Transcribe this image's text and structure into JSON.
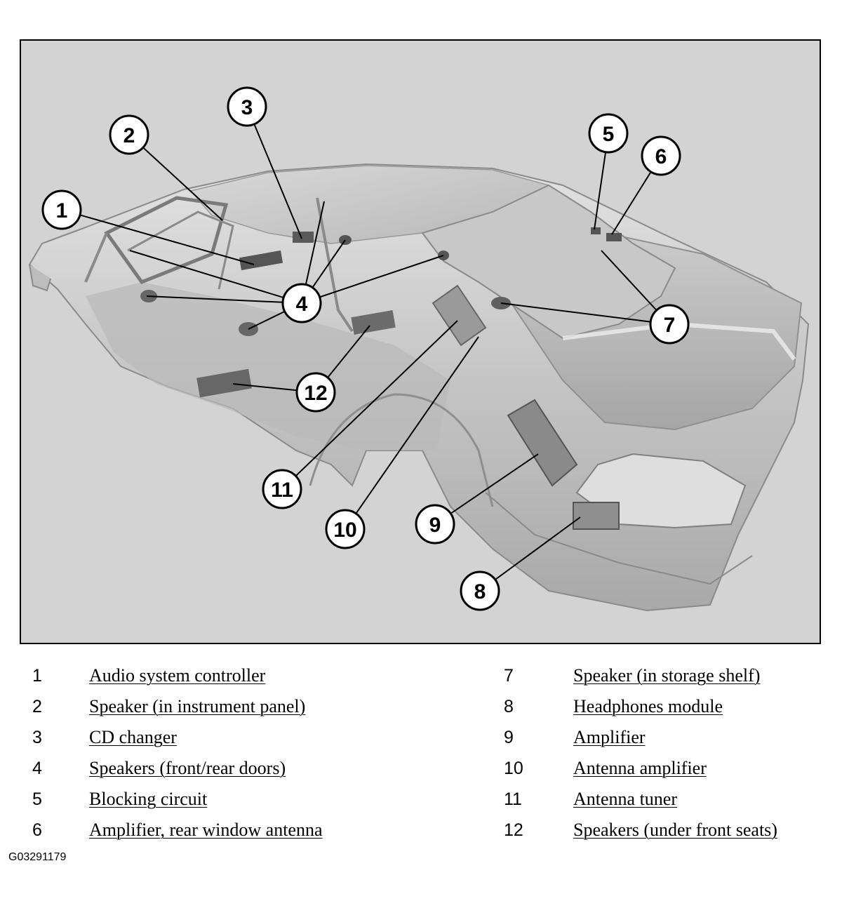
{
  "callouts": [
    "1",
    "2",
    "3",
    "4",
    "5",
    "6",
    "7",
    "8",
    "9",
    "10",
    "11",
    "12"
  ],
  "legend": {
    "left": [
      {
        "num": "1",
        "label": "Audio system controller"
      },
      {
        "num": "2",
        "label": "Speaker (in instrument panel)"
      },
      {
        "num": "3",
        "label": "CD changer"
      },
      {
        "num": "4",
        "label": "Speakers (front/rear doors)"
      },
      {
        "num": "5",
        "label": "Blocking circuit"
      },
      {
        "num": "6",
        "label": "Amplifier, rear window antenna"
      }
    ],
    "right": [
      {
        "num": "7",
        "label": "Speaker (in storage shelf)"
      },
      {
        "num": "8",
        "label": "Headphones module"
      },
      {
        "num": "9",
        "label": "Amplifier"
      },
      {
        "num": "10",
        "label": "Antenna amplifier"
      },
      {
        "num": "11",
        "label": "Antenna tuner"
      },
      {
        "num": "12",
        "label": "Speakers (under front seats)"
      }
    ]
  },
  "figure_id": "G03291179",
  "colors": {
    "background": "#d3d3d3",
    "car_body": "#bdbdbd",
    "car_highlight": "#e4e4e4",
    "component": "#6e6e6e"
  }
}
